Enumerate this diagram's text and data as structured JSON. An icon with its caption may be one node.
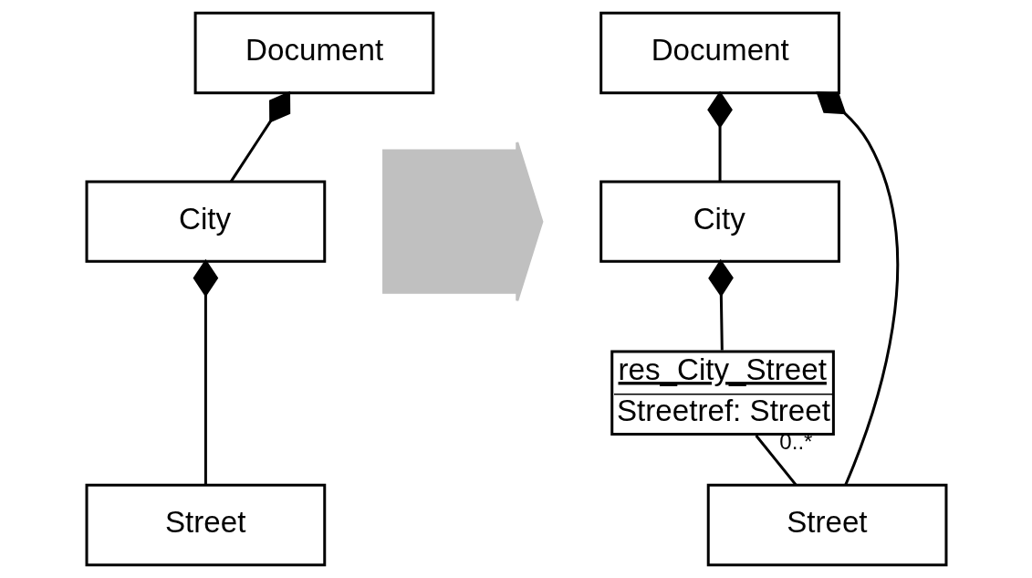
{
  "diagram": {
    "nodes": [
      {
        "text": [
          "Document"
        ]
      },
      {
        "text": [
          "City"
        ]
      },
      {
        "text": [
          "Street"
        ]
      },
      {
        "text": [],
        "shape": "arrow"
      },
      {
        "text": [
          "Document"
        ]
      },
      {
        "text": [
          "City"
        ]
      },
      {
        "text": [
          "res_City_Street",
          "Streetref: Street"
        ]
      },
      {
        "text": [
          "Street"
        ]
      }
    ],
    "edges": [
      {
        "from": 0,
        "to": 1,
        "arrow": "other"
      },
      {
        "from": 1,
        "to": 2,
        "arrow": "other"
      },
      {
        "from": 4,
        "to": 7,
        "arrow": "other"
      },
      {
        "from": 4,
        "to": 5,
        "arrow": "other"
      },
      {
        "from": 5,
        "to": 6,
        "arrow": "other"
      },
      {
        "from": 6,
        "to": 7,
        "arrow": "none",
        "label": "0..*"
      }
    ]
  }
}
